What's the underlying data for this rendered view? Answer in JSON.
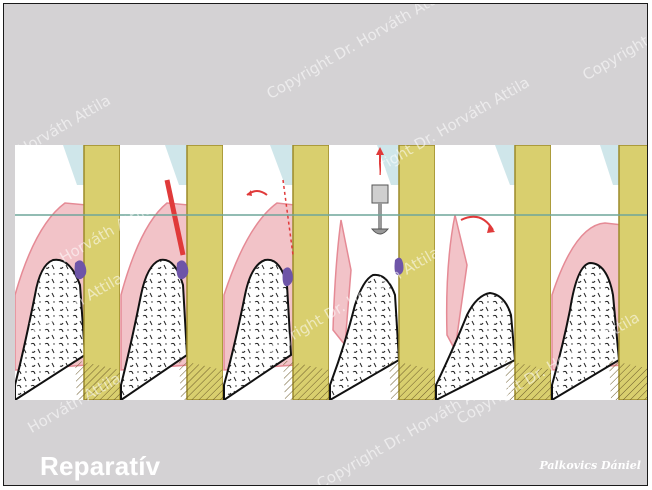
{
  "slide": {
    "title": "Reparatív",
    "author": "Palkovics Dániel",
    "watermarks": [
      "Horváth Attila",
      "Copyright Dr. Horváth Attila",
      "Copyright Dr. Horváth Attila",
      "Copyright",
      "Horváth Attila",
      "Horváth Attila",
      "Copyright Dr. Horváth Attila",
      "Horváth Attila",
      "Copyright Dr. Horváth Attila",
      "Copyright Dr. Horváth Attila"
    ]
  },
  "illustration": {
    "panel_count": 6,
    "colors": {
      "slide_bg": "#d4d2d4",
      "root": "#d9cf6e",
      "root_outline": "#9c8a2a",
      "enamel": "#cfe6ea",
      "gingiva": "#f2c3c8",
      "gingiva_edge": "#e58a95",
      "bone_outline": "#111111",
      "calculus": "#6e55a8",
      "instrument_red": "#e03a3a",
      "reference_line": "#6fa59a"
    }
  }
}
